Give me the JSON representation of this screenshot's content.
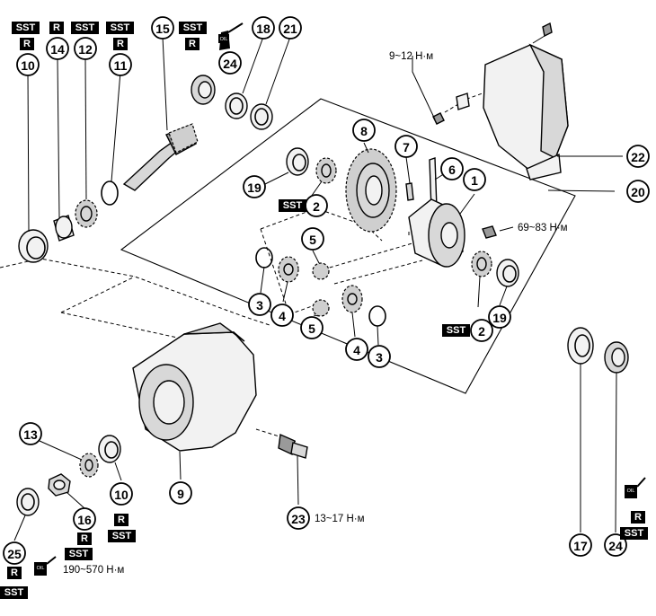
{
  "torques": {
    "t_cover": "9~12 Н·м",
    "t_ring": "69~83 Н·м",
    "t_plug": "13~17 Н·м",
    "t_nut": "190~570 Н·м"
  },
  "tags": {
    "sst": "SST",
    "r": "R",
    "oil": "OIL"
  },
  "callouts": {
    "c1": "1",
    "c2a": "2",
    "c2b": "2",
    "c3a": "3",
    "c3b": "3",
    "c4a": "4",
    "c4b": "4",
    "c5a": "5",
    "c5b": "5",
    "c6": "6",
    "c7": "7",
    "c8": "8",
    "c9": "9",
    "c10a": "10",
    "c10b": "10",
    "c11": "11",
    "c12": "12",
    "c13": "13",
    "c14": "14",
    "c15": "15",
    "c16": "16",
    "c17": "17",
    "c18": "18",
    "c19a": "19",
    "c19b": "19",
    "c20": "20",
    "c21": "21",
    "c22": "22",
    "c23": "23",
    "c24a": "24",
    "c24b": "24",
    "c25": "25"
  }
}
